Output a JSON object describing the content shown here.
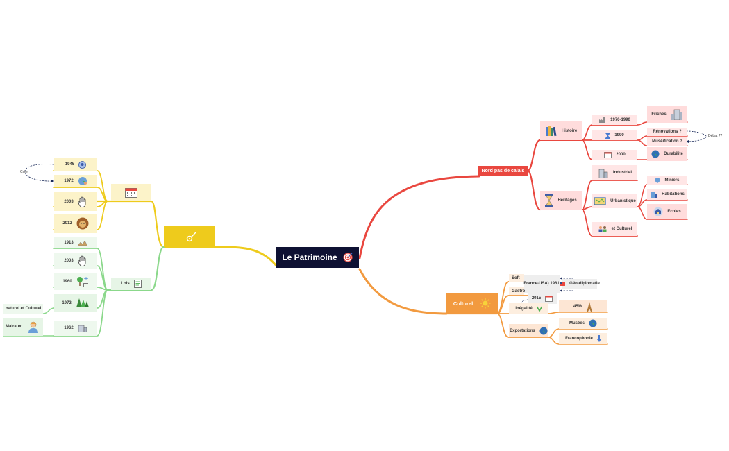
{
  "central": {
    "label": "Le Patrimoine",
    "icon": "target-icon",
    "color": "#0e1133"
  },
  "colors": {
    "red": "#e9473f",
    "orange": "#f29a3f",
    "yellow": "#eecb1c",
    "green": "#8bd88b"
  },
  "red_branch": {
    "label": "Nord pas de calais",
    "histoire": {
      "label": "Histoire",
      "periods": [
        {
          "label": "1970-1990",
          "icon": "factory-icon"
        },
        {
          "label": "1990",
          "icon": "hourglass-icon"
        },
        {
          "label": "2000",
          "icon": "calendar-icon"
        }
      ],
      "friches": "Friches",
      "renovations": "Rénovations ?",
      "museification": "Muséification ?",
      "debat": "Débat ??",
      "durabilite": "Durabilité"
    },
    "heritages": {
      "label": "Héritages",
      "industriel": "Industriel",
      "urbanistique": "Urbanistique",
      "culturel": "et Culturel",
      "miniers": "Miniers",
      "habitations": "Habitations",
      "ecoles": "Ecoles"
    }
  },
  "orange_branch": {
    "label": "Culturel",
    "soft": "Soft",
    "france_usa": "France-USA) 1961:",
    "geo_diplomatie": "Géo-diplomatie",
    "gastro": "Gastro",
    "year_2015": "2015",
    "inegalite": "Inégalité",
    "percent": "45%",
    "exportations": "Exportations",
    "musees": "Musées",
    "francophonie": "Francophonie"
  },
  "yellow_branch": {
    "label": "",
    "icon": "guitar-icon",
    "dates": [
      {
        "label": "1945",
        "icon": "face-icon"
      },
      {
        "label": "1972",
        "icon": "globe-people-icon"
      },
      {
        "label": "2003",
        "icon": "hand-icon"
      },
      {
        "label": "2012",
        "icon": "lion-icon"
      }
    ],
    "creer": "Créer"
  },
  "green_branch": {
    "label": "Lois",
    "dates": [
      {
        "label": "1913",
        "icon": "landscape-icon"
      },
      {
        "label": "2003",
        "icon": "hand-icon"
      },
      {
        "label": "1960",
        "icon": "park-icon"
      },
      {
        "label": "1972",
        "icon": "forest-icon"
      },
      {
        "label": "1962",
        "icon": "building-icon"
      }
    ],
    "naturel": "naturel et Culturel",
    "malraux": "Malraux"
  }
}
